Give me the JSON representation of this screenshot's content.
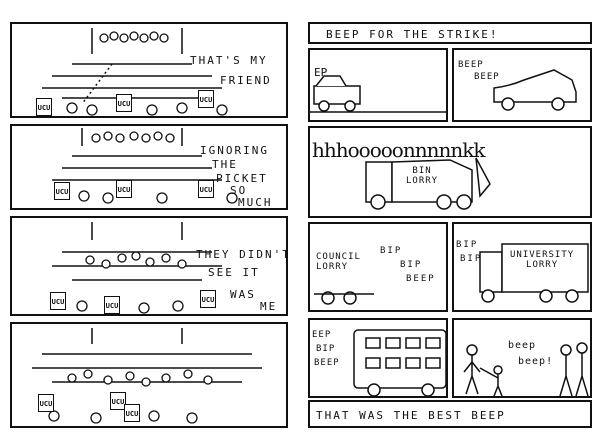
{
  "left_page": {
    "panels": [
      {
        "caption_lines": [
          "THAT'S  MY",
          "FRIEND"
        ]
      },
      {
        "caption_lines": [
          "IGNORING",
          "THE",
          "PICKET",
          "SO",
          "MUCH"
        ]
      },
      {
        "caption_lines": [
          "THEY DIDN'T",
          "SEE  IT",
          "WAS",
          "ME"
        ]
      },
      {
        "caption_lines": []
      }
    ],
    "sign_text": "UCU"
  },
  "right_page": {
    "title": "BEEP  FOR  THE  STRIKE!",
    "panel_car_left_sound": "EP",
    "panel_car_right_sound": [
      "BEEP",
      "BEEP"
    ],
    "bin_sound": "hhhooooonnnnnkk",
    "bin_label": [
      "BIN",
      "LORRY"
    ],
    "council_label": [
      "COUNCIL",
      "LORRY"
    ],
    "council_sound": [
      "BIP",
      "BIP",
      "BEEP"
    ],
    "uni_sound": [
      "BIP",
      "BIP"
    ],
    "uni_label": [
      "UNIVERSITY",
      "LORRY"
    ],
    "bus_sound": [
      "EEP",
      "BIP",
      "BEEP"
    ],
    "people_sound": [
      "beep",
      "beep!"
    ],
    "footer": "THAT  WAS  THE  BEST  BEEP"
  }
}
